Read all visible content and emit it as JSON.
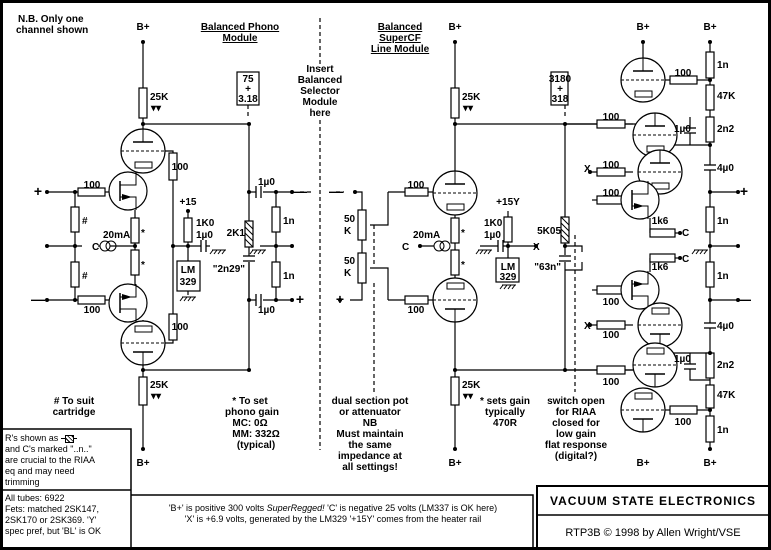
{
  "notes": {
    "nb_line1": "N.B. Only one",
    "nb_line2": "channel shown",
    "phono_title_1": "Balanced Phono",
    "phono_title_2": "Module",
    "insert_1": "Insert",
    "insert_2": "Balanced",
    "insert_3": "Selector",
    "insert_4": "Module",
    "insert_5": "here",
    "line_title_1": "Balanced",
    "line_title_2": "SuperCF",
    "line_title_3": "Line Module",
    "cartridge_1": "# To suit",
    "cartridge_2": "cartridge",
    "gain_1": "* To set",
    "gain_2": "phono gain",
    "gain_3": "MC: 0Ω",
    "gain_4": "MM: 332Ω",
    "gain_5": "(typical)",
    "pot_1": "dual section pot",
    "pot_2": "or attenuator",
    "pot_3": "NB",
    "pot_4": "Must maintain",
    "pot_5": "the same",
    "pot_6": "impedance at",
    "pot_7": "all settings!",
    "sets_1": "* sets gain",
    "sets_2": "typically",
    "sets_3": "470R",
    "switch_1": "switch open",
    "switch_2": "for RIAA",
    "switch_3": "closed for",
    "switch_4": "low gain",
    "switch_5": "flat response",
    "switch_6": "(digital?)"
  },
  "legend_box": {
    "line1": "R's shown as",
    "line2": "and C's marked \"..n..\"",
    "line3": "are crucial to the RIAA",
    "line4": "eq and may need",
    "line5": "trimming"
  },
  "tubes_box": {
    "line1": "All tubes: 6922",
    "line2": "Fets: matched 2SK147,",
    "line3": "2SK170 or 2SK369. 'Y'",
    "line4": "spec pref, but 'BL' is OK"
  },
  "supply_box": {
    "line1a": "'B+' is positive 300 volts ",
    "line1b": "SuperRegged!",
    "line1c": " 'C' is negative 25 volts (LM337 is OK here)",
    "line2": "'X' is +6.9 volts, generated by the LM329   '+15Y' comes from the heater rail"
  },
  "title_block": {
    "company": "VACUUM STATE ELECTRONICS",
    "drawing": "RTP3B © 1998 by Allen Wright/VSE"
  },
  "components": {
    "bplus": "B+",
    "r25k": "25K",
    "marks": "▾▾",
    "r100": "100",
    "hash": "#",
    "star": "*",
    "c": "C",
    "x": "X",
    "ma20": "20mA",
    "p15": "+15",
    "p15y": "+15Y",
    "r1k0": "1K0",
    "c1u0": "1µ0",
    "lm": "LM",
    "n329": "329",
    "r2k1": "2K1",
    "c2n29": "\"2n29\"",
    "r1n": "1n",
    "box75_1": "75",
    "box75_2": "+",
    "box75_3": "3.18",
    "box3180_1": "3180",
    "box3180_2": "+",
    "box3180_3": "318",
    "r50": "50",
    "k": "K",
    "r5k05": "5K05",
    "c63n": "\"63n\"",
    "r47k": "47K",
    "c2n2": "2n2",
    "c4u0": "4µ0",
    "r1k6": "1k6",
    "plus": "+",
    "minus": "—"
  }
}
